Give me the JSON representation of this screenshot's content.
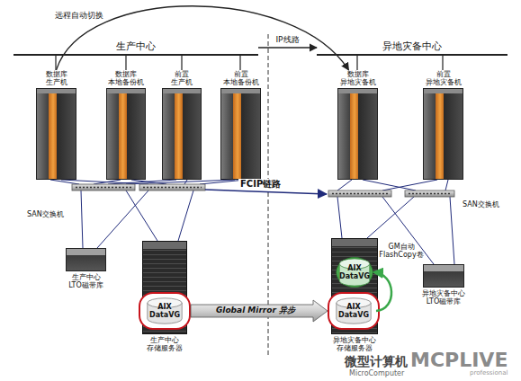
{
  "diagram": {
    "nodes": [
      {
        "text": [
          "生产中心"
        ]
      },
      {
        "text": [
          "异地灾备中心"
        ]
      },
      {
        "text": [
          "数据库 生产机"
        ]
      },
      {
        "text": [
          "数据库 本地备份机"
        ]
      },
      {
        "text": [
          "前置 生产机"
        ]
      },
      {
        "text": [
          "前置 本地备份机"
        ]
      },
      {
        "text": [
          "数据库 异地灾备机"
        ]
      },
      {
        "text": [
          "前置 异地灾备机"
        ]
      },
      {
        "text": [
          "生产中心 LTO磁带库"
        ]
      },
      {
        "text": [
          "生产中心 存储服务器"
        ]
      },
      {
        "text": [
          "AIX DataVG"
        ],
        "in": 9
      },
      {
        "text": [
          "异地灾备中心 存储服务器"
        ]
      },
      {
        "text": [
          "AIX DataVG"
        ],
        "in": 11
      },
      {
        "text": [
          "AIX DataVG"
        ],
        "in": 11
      },
      {
        "text": [
          "异地灾备中心 LTO磁带库"
        ]
      }
    ],
    "edges": [
      {
        "from": 2,
        "to": 6,
        "arrow": "to",
        "label": "远程自动切换"
      },
      {
        "from": 0,
        "to": 1,
        "arrow": "to",
        "label": "IP线路"
      },
      {
        "from": 10,
        "to": 13,
        "arrow": "to",
        "label": "Global Mirror 异步"
      },
      {
        "from": 13,
        "to": 12,
        "arrow": "to"
      }
    ],
    "labels": [
      "SAN交换机",
      "SAN交换机",
      "FCIP链路",
      "GM自动 FlashCopy卷",
      "微型计算机",
      "MicroComputer",
      "MCPLIVE",
      "professional"
    ]
  }
}
